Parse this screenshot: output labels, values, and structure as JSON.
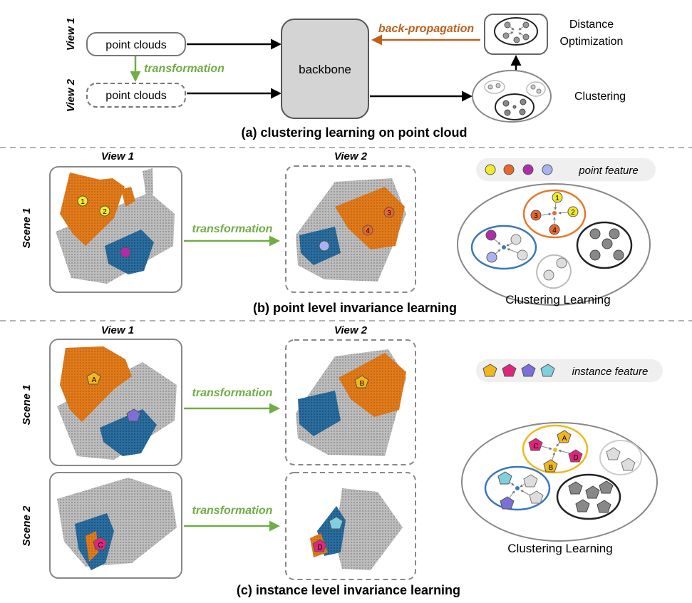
{
  "panel_a": {
    "view1_label": "View 1",
    "view2_label": "View 2",
    "input1": "point clouds",
    "input2": "point clouds",
    "transformation": "transformation",
    "backbone": "backbone",
    "back_propagation": "back-propagation",
    "distance_optimization_line1": "Distance",
    "distance_optimization_line2": "Optimization",
    "clustering": "Clustering",
    "caption": "(a) clustering learning on point cloud"
  },
  "panel_b": {
    "view1_label": "View 1",
    "view2_label": "View 2",
    "scene_label": "Scene 1",
    "transformation": "transformation",
    "legend_label": "point feature",
    "legend_colors": [
      "#f2ea2a",
      "#e8682a",
      "#b02ca8",
      "#a9b3f2"
    ],
    "points_view1": [
      "1",
      "2"
    ],
    "points_view2": [
      "3",
      "4"
    ],
    "cluster_points": [
      "1",
      "2",
      "3",
      "4"
    ],
    "clustering_label": "Clustering Learning",
    "caption": "(b) point level invariance learning"
  },
  "panel_c": {
    "view1_label": "View 1",
    "view2_label": "View 2",
    "scene1_label": "Scene 1",
    "scene2_label": "Scene 2",
    "transformation1": "transformation",
    "transformation2": "transformation",
    "legend_label": "instance feature",
    "legend_colors": [
      "#f3b61c",
      "#e0267a",
      "#7a70d8",
      "#7fd0dc"
    ],
    "instances": [
      "A",
      "B",
      "C",
      "D"
    ],
    "cluster_instances": [
      "C",
      "A",
      "D",
      "B"
    ],
    "clustering_label": "Clustering Learning",
    "caption": "(c) instance level invariance learning"
  },
  "colors": {
    "orange": "#e07b1c",
    "blue": "#2a6d9e",
    "green_arrow": "#70ad47",
    "backprop": "#c0601c",
    "cluster_orange": "#e8782a",
    "cluster_blue": "#3a78b8",
    "cluster_yellow": "#f0b81c"
  }
}
